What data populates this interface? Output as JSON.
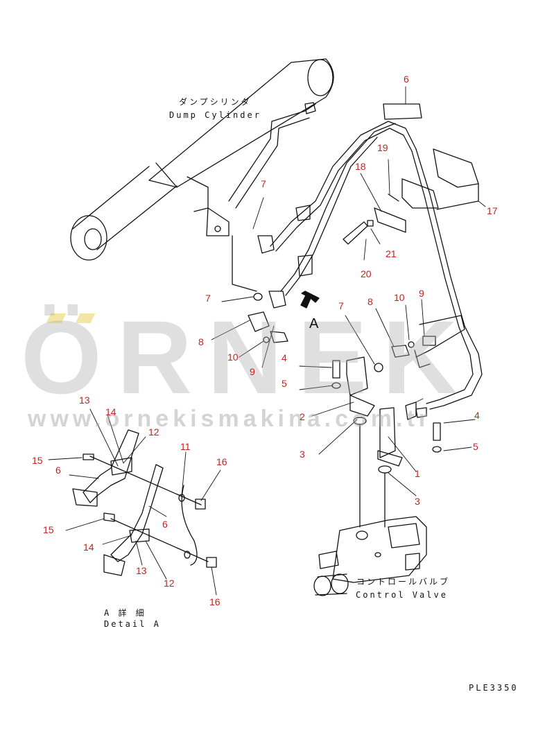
{
  "labels": {
    "dump_jp": "ダンプシリンダ",
    "dump_en": "Dump Cylinder",
    "cv_jp": "コントロールバルブ",
    "cv_en": "Control Valve",
    "detail_jp": "A 詳 細",
    "detail_en": "Detail A",
    "view_a": "A",
    "drawing_no": "PLE3350"
  },
  "watermark": {
    "word": "ÖRNEK",
    "url": "www.ornekismakina.com.tr",
    "color": "#aaaaaa",
    "accent_color": "#e8d25a"
  },
  "part_callouts": [
    "6",
    "19",
    "18",
    "17",
    "7",
    "21",
    "20",
    "7",
    "8",
    "10",
    "9",
    "8",
    "10",
    "9",
    "4",
    "7",
    "5",
    "2",
    "4",
    "5",
    "3",
    "1",
    "3",
    "13",
    "14",
    "12",
    "15",
    "6",
    "11",
    "16",
    "6",
    "15",
    "14",
    "13",
    "12",
    "16"
  ],
  "colors": {
    "callout": "#c8201f",
    "line": "#111111"
  }
}
